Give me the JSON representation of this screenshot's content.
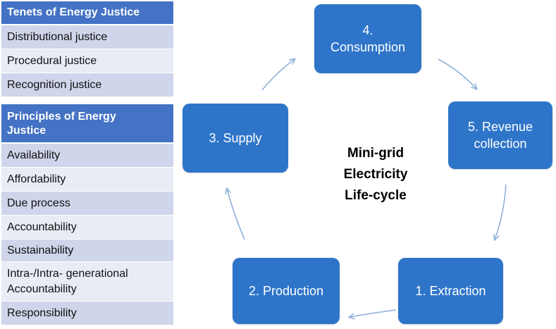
{
  "tenets": {
    "header": "Tenets of Energy Justice",
    "items": [
      "Distributional justice",
      "Procedural justice",
      "Recognition justice"
    ]
  },
  "principles": {
    "header_line1": "Principles of Energy",
    "header_line2": "Justice",
    "items": [
      "Availability",
      "Affordability",
      "Due process",
      "Accountability",
      "Sustainability"
    ],
    "multi_line_item": [
      "Intra-/Intra- generational",
      "Accountability"
    ],
    "last_item": "Responsibility"
  },
  "lifecycle": {
    "center_lines": [
      "Mini-grid",
      "Electricity",
      "Life-cycle"
    ],
    "stage_consumption": [
      "4.",
      "Consumption"
    ],
    "stage_revenue": [
      "5. Revenue",
      "collection"
    ],
    "stage_extraction": "1. Extraction",
    "stage_production": "2. Production",
    "stage_supply": "3. Supply"
  },
  "colors": {
    "header_blue": "#4472c4",
    "box_blue": "#2e75c9",
    "row_dark": "#cfd5ea",
    "row_light": "#e9ebf5",
    "arrow": "#8fb0d8"
  }
}
